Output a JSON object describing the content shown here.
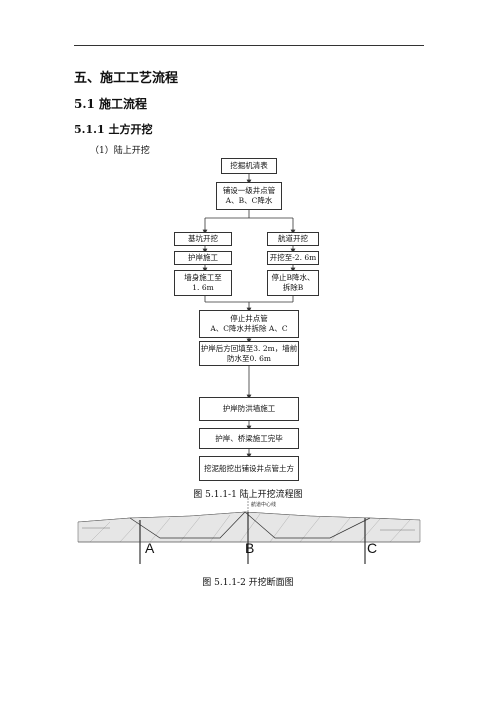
{
  "heading": {
    "h1": "五、施工工艺流程",
    "h2": "5.1 施工流程",
    "h3": "5.1.1 土方开挖",
    "para": "（1）陆上开挖"
  },
  "flow": {
    "b1": "挖掘机清表",
    "b2": [
      "铺设一级井点管",
      "A、B、C降水"
    ],
    "left1": "基坑开挖",
    "right1": "航道开挖",
    "left2": "护岸施工",
    "right2": "开挖至-2. 6m",
    "left3": [
      "墙身施工至",
      "1. 6m"
    ],
    "right3": [
      "停止B降水、",
      "拆除B"
    ],
    "b3": [
      "停止井点管",
      "A、C降水并拆除 A、C"
    ],
    "b4": [
      "护岸后方回填至3. 2m，墙前",
      "防水至0. 6m"
    ],
    "b5": "护岸防洪墙施工",
    "b6": "护岸、桥梁施工完毕",
    "b7": "挖泥船挖出铺设井点管土方"
  },
  "captions": {
    "fig1": "图 5.1.1-1  陆上开挖流程图",
    "fig2": "图 5.1.1-2  开挖断面图"
  },
  "section": {
    "labels": [
      "A",
      "B",
      "C"
    ],
    "notes": [
      "航道中心线"
    ]
  }
}
